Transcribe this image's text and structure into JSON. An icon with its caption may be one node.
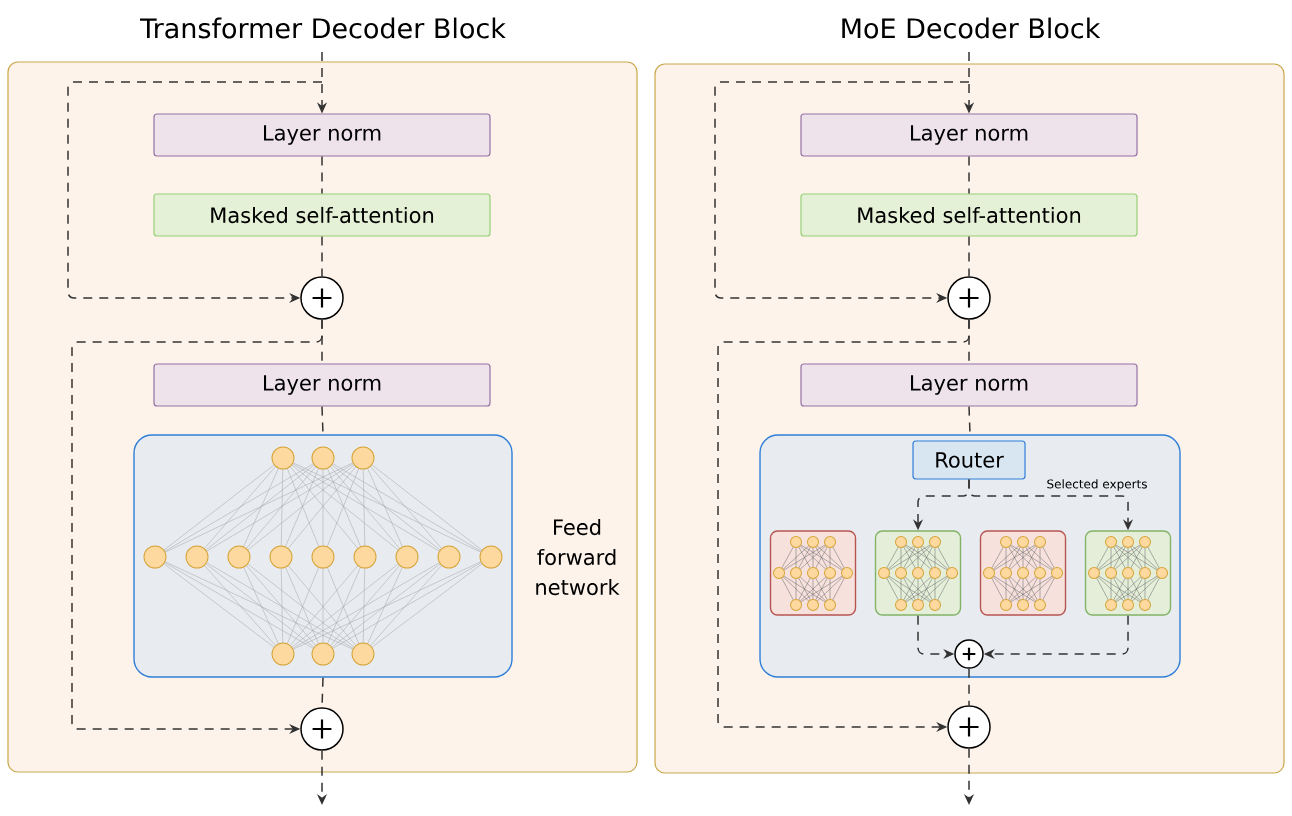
{
  "diagram": {
    "nodes": [
      {
        "text": [
          "Transformer Decoder Block"
        ]
      },
      {
        "text": [
          "Layer norm"
        ],
        "in": 0
      },
      {
        "text": [
          "Masked self-attention"
        ],
        "in": 0
      },
      {
        "text": [],
        "shape": "circle",
        "in": 0
      },
      {
        "text": [
          "Layer norm"
        ],
        "in": 0
      },
      {
        "text": [],
        "shape": "box",
        "in": 0,
        "beside": [
          "Feed forward network"
        ]
      },
      {
        "text": [],
        "shape": "circle",
        "in": 0
      },
      {
        "text": [
          "MoE Decoder Block"
        ]
      },
      {
        "text": [
          "Layer norm"
        ],
        "in": 7
      },
      {
        "text": [
          "Masked self-attention"
        ],
        "in": 7
      },
      {
        "text": [],
        "shape": "circle",
        "in": 7
      },
      {
        "text": [
          "Layer norm"
        ],
        "in": 7
      },
      {
        "text": [],
        "shape": "box",
        "in": 7
      },
      {
        "text": [
          "Router"
        ],
        "in": 12
      },
      {
        "text": [],
        "shape": "box",
        "in": 12
      },
      {
        "text": [],
        "shape": "box",
        "in": 12
      },
      {
        "text": [],
        "shape": "box",
        "in": 12
      },
      {
        "text": [],
        "shape": "box",
        "in": 12
      },
      {
        "text": [],
        "shape": "circle",
        "in": 12
      },
      {
        "text": [],
        "shape": "circle",
        "in": 7
      }
    ],
    "edges": [
      {
        "from": null,
        "to": 1,
        "arrow": "to",
        "style": "dashed"
      },
      {
        "from": null,
        "to": 3,
        "arrow": "to",
        "style": "dashed"
      },
      {
        "from": 1,
        "to": 2,
        "arrow": "none",
        "style": "dashed"
      },
      {
        "from": 2,
        "to": 3,
        "arrow": "none",
        "style": "dashed"
      },
      {
        "from": 3,
        "to": 4,
        "arrow": "none",
        "style": "dashed"
      },
      {
        "from": 3,
        "to": 6,
        "arrow": "to",
        "style": "dashed"
      },
      {
        "from": 4,
        "to": 5,
        "arrow": "none",
        "style": "dashed"
      },
      {
        "from": 5,
        "to": 6,
        "arrow": "none",
        "style": "dashed"
      },
      {
        "from": 6,
        "to": null,
        "arrow": "to",
        "style": "dashed"
      },
      {
        "from": null,
        "to": 8,
        "arrow": "to",
        "style": "dashed"
      },
      {
        "from": null,
        "to": 10,
        "arrow": "to",
        "style": "dashed"
      },
      {
        "from": 8,
        "to": 9,
        "arrow": "none",
        "style": "dashed"
      },
      {
        "from": 9,
        "to": 10,
        "arrow": "none",
        "style": "dashed"
      },
      {
        "from": 10,
        "to": 11,
        "arrow": "none",
        "style": "dashed"
      },
      {
        "from": 10,
        "to": 19,
        "arrow": "to",
        "style": "dashed"
      },
      {
        "from": 11,
        "to": 12,
        "arrow": "none",
        "style": "dashed"
      },
      {
        "from": 13,
        "to": 15,
        "arrow": "to",
        "style": "dashed"
      },
      {
        "from": 13,
        "to": 17,
        "arrow": "to",
        "style": "dashed",
        "label": "Selected experts"
      },
      {
        "from": 15,
        "to": 18,
        "arrow": "to",
        "style": "dashed"
      },
      {
        "from": 17,
        "to": 18,
        "arrow": "to",
        "style": "dashed"
      },
      {
        "from": 18,
        "to": 19,
        "arrow": "none",
        "style": "dashed"
      },
      {
        "from": 19,
        "to": null,
        "arrow": "to",
        "style": "dashed"
      }
    ]
  }
}
